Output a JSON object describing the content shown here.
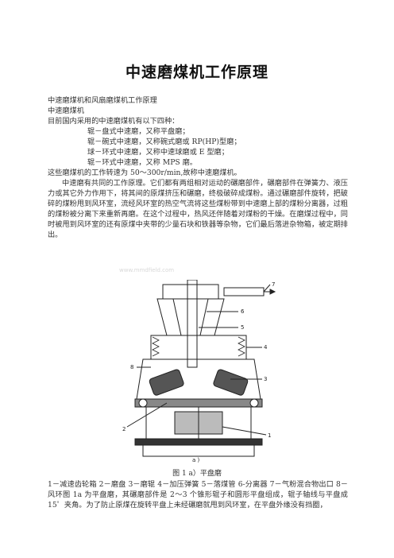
{
  "title": "中速磨煤机工作原理",
  "intro": {
    "line1": "中速磨煤机和风扇磨煤机工作原理",
    "line2": "中速磨煤机",
    "line3": "目前国内采用的中速磨煤机有以下四种："
  },
  "types": [
    "辊－盘式中速磨，又称平盘磨；",
    "辊－碗式中速磨，又称碗式磨或 RP(HP)型磨；",
    "球－环式中速磨，又称中速球磨或 E 型磨；",
    "辊－环式中速磨，又称 MPS 磨。"
  ],
  "speed_line": "这些磨煤机的工作转速为 50～300r/min,故称中速磨煤机。",
  "paragraph": "中速磨有共同的工作原理。它们都有两组相对运动的碾磨部件，碾磨部件在弹簧力、液压力或其它外力作用下，将其间的原煤挤压和碾磨，终极破碎成煤粉。通过碾磨部件旋转，把破碎的煤粉甩到风环室，流经风环室的热空气流将这些煤粉带到中速磨上部的煤粉分离器，过粗的煤粉被分离下来重新再磨。在这个过程中，热风还伴随着对煤粉的干燥。在磨煤过程中，同时被甩到风环室的还有原煤中夹带的少量石块和铁器等杂物，它们最后落进杂物箱，被定期排出。",
  "watermark": "www.mmdfield.com",
  "figure": {
    "sublabel": "a )",
    "caption": "图 1 a）平盘磨",
    "callouts": [
      "1",
      "2",
      "3",
      "4",
      "5",
      "6",
      "7",
      "8"
    ]
  },
  "legend": "1－减速齿轮箱 2－磨盘 3－磨辊 4－加压弹簧 5－落煤管 6-分离器 7－气粉混合物出口 8－风环图 1a 为平盘磨，其碾磨部件是 2～3 个锥形辊子和圆形平盘组成，辊子轴线与平盘成 15゜夹角。为了防止原煤在旋转平盘上未经碾磨就甩到风环室，在平盘外缘没有挡圈，"
}
